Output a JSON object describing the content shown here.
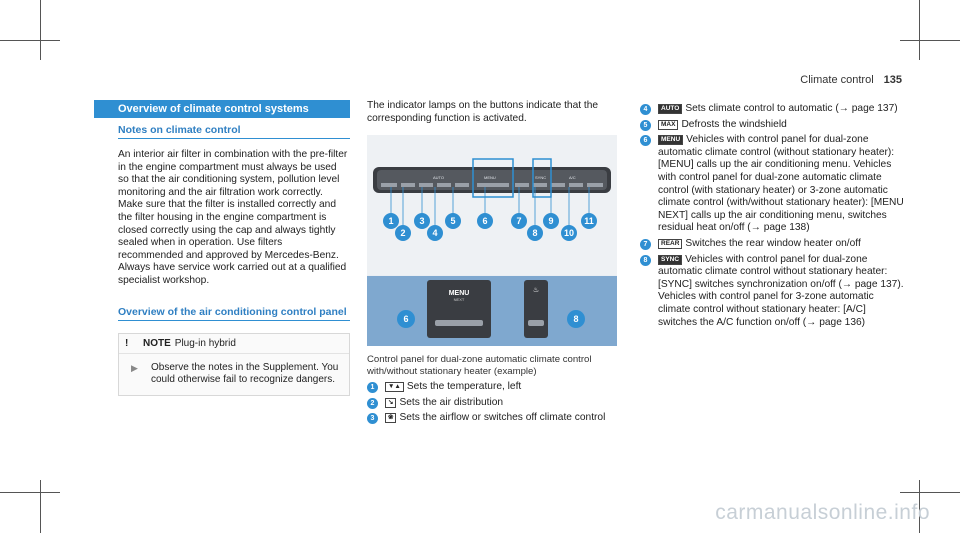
{
  "header": {
    "title": "Climate control",
    "page": "135"
  },
  "left": {
    "section_title": "Overview of climate control systems",
    "sub1": "Notes on climate control",
    "para1": "An interior air filter in combination with the pre-filter in the engine compartment must always be used so that the air conditioning system, pollution level monitoring and the air filtration work correctly. Make sure that the filter is installed correctly and the filter housing in the engine compartment is closed correctly using the cap and always tightly sealed when in operation. Use filters recommended and approved by Mercedes-Benz. Always have service work carried out at a qualified specialist workshop.",
    "sub2": "Overview of the air conditioning control panel",
    "note_label": "NOTE",
    "note_title": "Plug-in hybrid",
    "note_text": "Observe the notes in the Supplement. You could otherwise fail to recognize dangers."
  },
  "middle": {
    "intro": "The indicator lamps on the buttons indicate that the corresponding function is activated.",
    "panel_labels": {
      "auto": "AUTO",
      "menu": "MENU",
      "sync": "SYNC",
      "ac": "A/C",
      "menu_large": "MENU",
      "next": "NEXT"
    },
    "callouts_top": [
      "1",
      "2",
      "3",
      "4",
      "5",
      "6",
      "7",
      "8",
      "9",
      "10",
      "11"
    ],
    "callouts_bottom": [
      "6",
      "8"
    ],
    "caption": "Control panel for dual-zone automatic climate control with/without stationary heater (example)",
    "items": [
      {
        "n": "1",
        "key": "▼▲",
        "text": "Sets the temperature, left"
      },
      {
        "n": "2",
        "key": "↘",
        "text": "Sets the air distribution"
      },
      {
        "n": "3",
        "key": "❀",
        "text": "Sets the airflow or switches off climate control"
      }
    ]
  },
  "right": {
    "items": [
      {
        "n": "4",
        "key": "AUTO",
        "text": "Sets climate control to automatic (→ page 137)"
      },
      {
        "n": "5",
        "key": "MAX",
        "text": "Defrosts the windshield"
      },
      {
        "n": "6",
        "key": "MENU",
        "text": "Vehicles with control panel for dual-zone automatic climate control (without stationary heater): [MENU] calls up the air conditioning menu. Vehicles with control panel for dual-zone automatic climate control (with stationary heater) or 3-zone automatic climate control (with/without stationary heater): [MENU NEXT] calls up the air conditioning menu, switches residual heat on/off (→ page 138)"
      },
      {
        "n": "7",
        "key": "REAR",
        "text": "Switches the rear window heater on/off"
      },
      {
        "n": "8",
        "key": "SYNC",
        "text": "Vehicles with control panel for dual-zone automatic climate control without stationary heater: [SYNC] switches synchronization on/off (→ page 137). Vehicles with control panel for 3-zone automatic climate control without stationary heater: [A/C] switches the A/C function on/off (→ page 136)"
      }
    ]
  },
  "watermark": "carmanualsonline.info",
  "colors": {
    "accent": "#2f8fd2"
  }
}
